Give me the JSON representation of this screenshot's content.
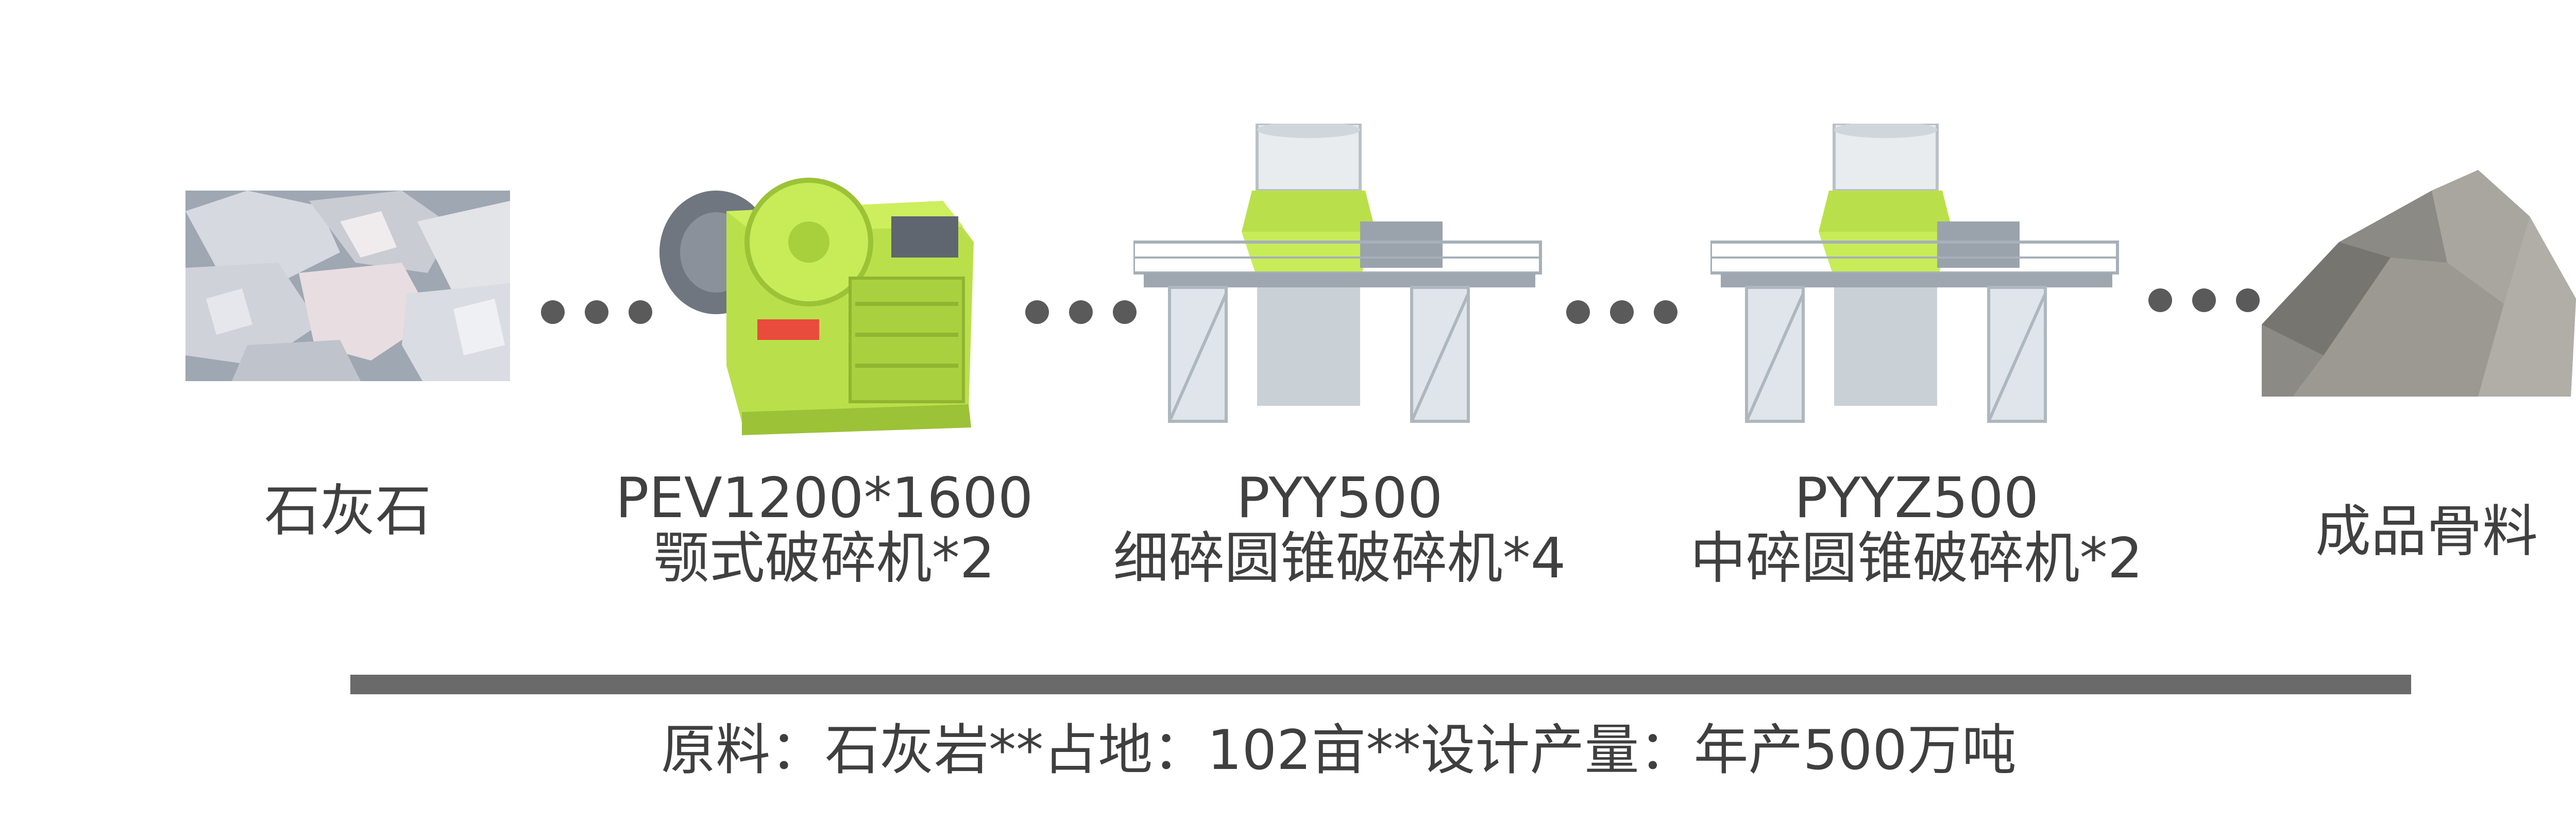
{
  "flow": {
    "steps": [
      {
        "id": "raw-material",
        "name": "石灰石"
      },
      {
        "id": "jaw-crusher",
        "model": "PEV1200*1600",
        "name": "颚式破碎机*2"
      },
      {
        "id": "fine-cone-crusher",
        "model": "PYY500",
        "name": "细碎圆锥破碎机*4"
      },
      {
        "id": "medium-cone-crusher",
        "model": "PYYZ500",
        "name": "中碎圆锥破碎机*2"
      },
      {
        "id": "product",
        "name": "成品骨料"
      }
    ]
  },
  "summary": {
    "text": "原料：石灰岩**占地：102亩**设计产量：年产500万吨"
  },
  "colors": {
    "machine_green": "#b9e04a",
    "divider": "#6a6a6a",
    "dots": "#5a5a5a",
    "text": "#404040"
  }
}
